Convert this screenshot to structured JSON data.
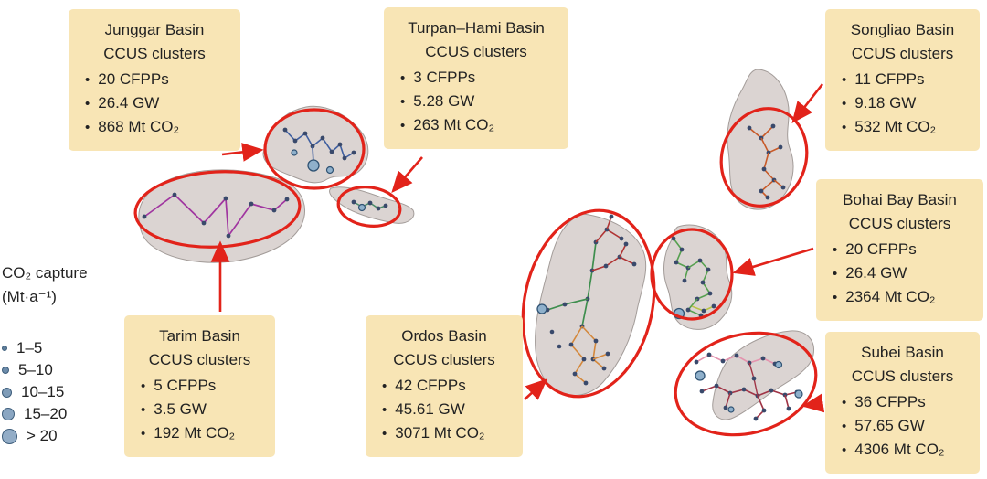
{
  "callouts": [
    {
      "id": "junggar",
      "title": "Junggar Basin",
      "subtitle": "CCUS clusters",
      "items": [
        "20 CFPPs",
        "26.4 GW",
        "868 Mt CO₂"
      ]
    },
    {
      "id": "turpan",
      "title": "Turpan–Hami Basin",
      "subtitle": "CCUS clusters",
      "items": [
        "3 CFPPs",
        "5.28 GW",
        "263 Mt CO₂"
      ]
    },
    {
      "id": "songliao",
      "title": "Songliao Basin",
      "subtitle": "CCUS clusters",
      "items": [
        "11 CFPPs",
        "9.18 GW",
        "532 Mt CO₂"
      ]
    },
    {
      "id": "bohai",
      "title": "Bohai Bay Basin",
      "subtitle": "CCUS clusters",
      "items": [
        "20 CFPPs",
        "26.4 GW",
        "2364 Mt CO₂"
      ]
    },
    {
      "id": "tarim",
      "title": "Tarim Basin",
      "subtitle": "CCUS clusters",
      "items": [
        "5 CFPPs",
        "3.5 GW",
        "192 Mt CO₂"
      ]
    },
    {
      "id": "ordos",
      "title": "Ordos Basin",
      "subtitle": "CCUS clusters",
      "items": [
        "42 CFPPs",
        "45.61 GW",
        "3071 Mt CO₂"
      ]
    },
    {
      "id": "subei",
      "title": "Subei Basin",
      "subtitle": "CCUS clusters",
      "items": [
        "36 CFPPs",
        "57.65 GW",
        "4306 Mt CO₂"
      ]
    }
  ],
  "legend": {
    "title_line1": "CO₂ capture",
    "title_line2": "(Mt·a⁻¹)",
    "items": [
      {
        "label": "1–5"
      },
      {
        "label": "5–10"
      },
      {
        "label": "10–15"
      },
      {
        "label": "15–20"
      },
      {
        "label": "> 20"
      }
    ]
  },
  "colors": {
    "callout_bg": "#F8E5B5",
    "accent_red": "#E2231A",
    "basin_fill": "#DBD4D2",
    "basin_stroke": "#A39C99",
    "capture_node_blue": "#8FB0CB"
  }
}
